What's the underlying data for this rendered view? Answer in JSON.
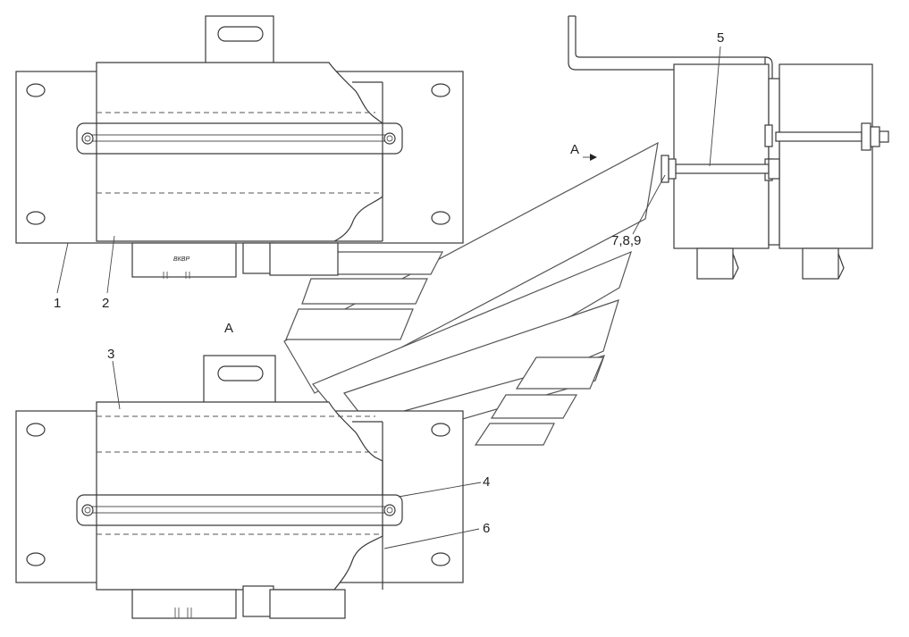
{
  "labels": {
    "item_1": "1",
    "item_2": "2",
    "item_3": "3",
    "item_4": "4",
    "item_5": "5",
    "item_6": "6",
    "item_789": "7,8,9",
    "view_a_title": "A",
    "view_a_arrow": "A"
  },
  "connector_mark": "ВКВР"
}
